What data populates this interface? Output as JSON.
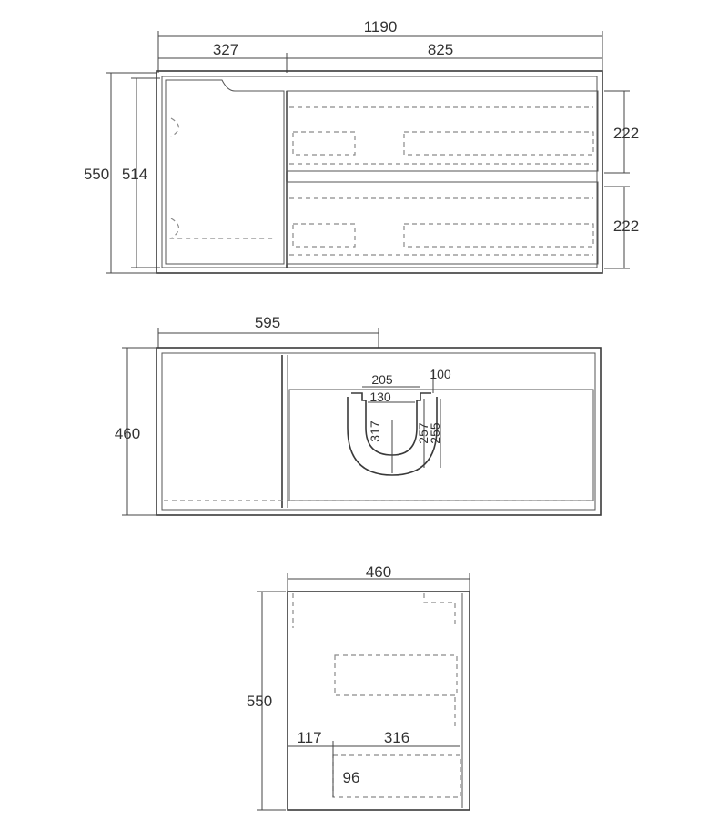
{
  "top_view": {
    "overall_width": "1190",
    "left_width": "327",
    "right_width": "825",
    "overall_depth": "550",
    "inner_depth": "514",
    "drawer_upper": "222",
    "drawer_lower": "222"
  },
  "front_view": {
    "half_width": "595",
    "height": "460",
    "trap_outer": "205",
    "trap_inner": "130",
    "offset": "100",
    "trap_depth": "317",
    "drain_a": "257",
    "drain_b": "255"
  },
  "side_view": {
    "depth": "460",
    "height": "550",
    "cutout_offset": "117",
    "cutout_width": "316",
    "cutout_height": "96"
  },
  "colors": {
    "line": "#3a3a3a",
    "hidden_line": "#8a8a8a",
    "text": "#333333"
  }
}
